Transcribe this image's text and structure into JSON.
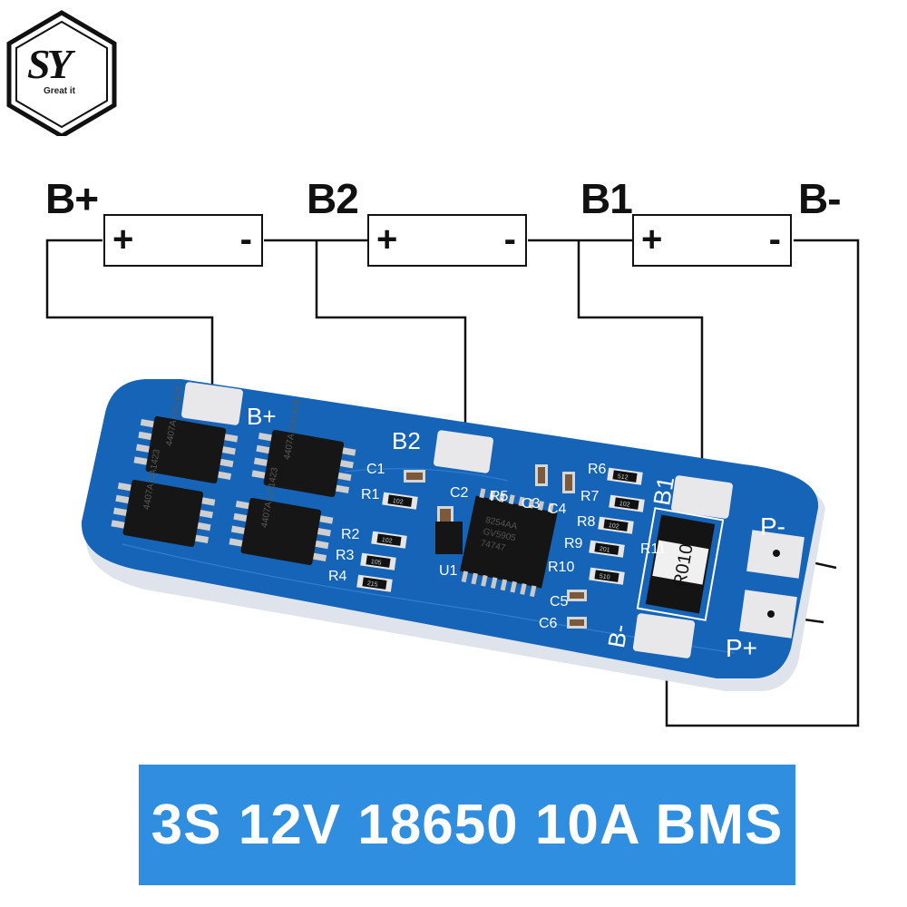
{
  "logo": {
    "letters": "SY",
    "tagline": "Great it"
  },
  "diagram": {
    "nodes": [
      "B+",
      "B2",
      "B1",
      "B-"
    ],
    "cell_plus": "+",
    "cell_minus": "-"
  },
  "board": {
    "pads": [
      "B+",
      "B2",
      "B1",
      "B-",
      "P-",
      "P+"
    ],
    "refs": [
      "C1",
      "R1",
      "R2",
      "R3",
      "R4",
      "C2",
      "U1",
      "R5",
      "C3",
      "C4",
      "R6",
      "R7",
      "R8",
      "R9",
      "R10",
      "R11",
      "C5",
      "C6"
    ],
    "mosfet_marking": [
      "4407A",
      "CA1423"
    ],
    "ic_marking": [
      "8254AA",
      "GV5905",
      "74747"
    ],
    "shunt_marking": "R010",
    "resistor_codes": [
      "102",
      "102",
      "105",
      "215",
      "512",
      "102",
      "102",
      "201",
      "510"
    ]
  },
  "banner": {
    "text": "3S 12V 18650 10A BMS"
  },
  "colors": {
    "pcb": "#1564b8",
    "banner": "#2f8ee0",
    "pad": "#e8e8ea",
    "silk": "#ffffff"
  }
}
